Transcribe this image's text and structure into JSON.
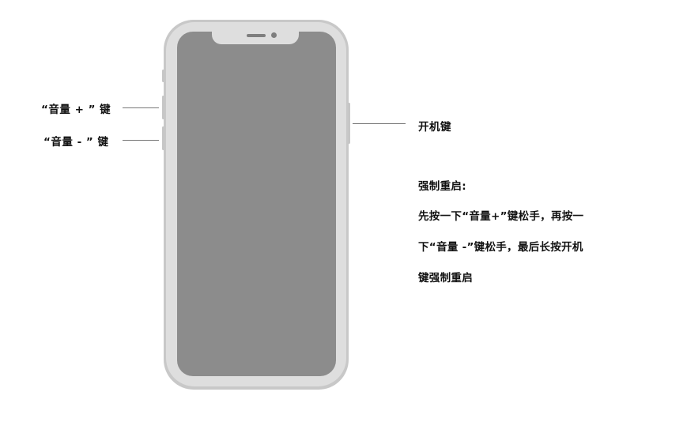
{
  "labels": {
    "volume_up": "“音量 + ” 键",
    "volume_down": "“音量 - ” 键",
    "power": "开机键"
  },
  "instructions": {
    "title": "强制重启:",
    "lines": [
      "先按一下“音量+”键松手，再按一",
      "下“音量 -”键松手，最后长按开机",
      "键强制重启"
    ]
  },
  "colors": {
    "screen": "#8c8c8c",
    "frame": "#dedede",
    "bezel": "#c8c8c8"
  }
}
